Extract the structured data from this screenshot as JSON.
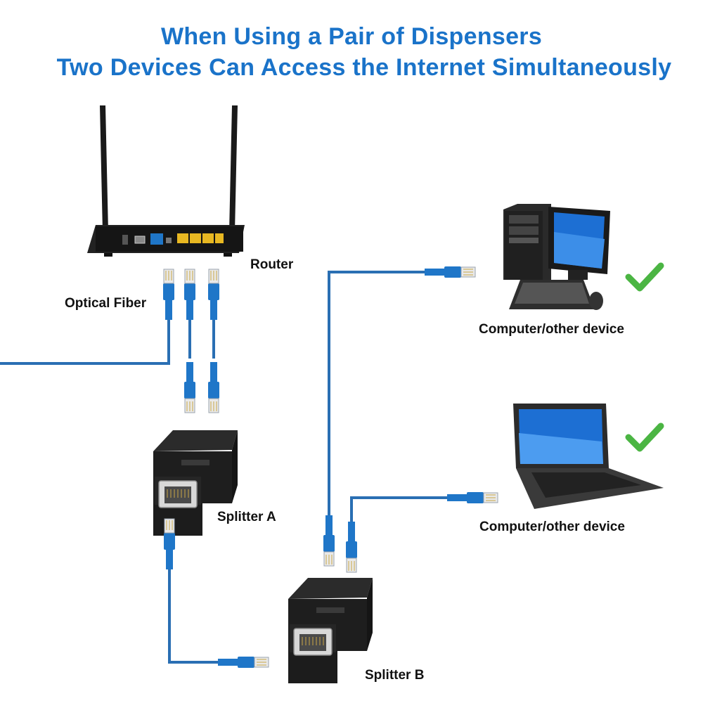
{
  "title": {
    "line1": "When Using a Pair of Dispensers",
    "line2": "Two Devices Can Access the Internet  Simultaneously"
  },
  "labels": {
    "router": "Router",
    "optical_fiber": "Optical Fiber",
    "computer_1": "Computer/other device",
    "computer_2": "Computer/other device",
    "splitter_a": "Splitter A",
    "splitter_b": "Splitter B"
  },
  "colors": {
    "title": "#1a73c9",
    "cable": "#2a6fb3",
    "connector": "#1f76c8",
    "check": "#4bb543",
    "device_black": "#1c1c1c"
  },
  "icons": [
    "router-icon",
    "desktop-computer-icon",
    "laptop-icon",
    "splitter-icon",
    "rj45-plug-icon",
    "check-mark-icon"
  ]
}
